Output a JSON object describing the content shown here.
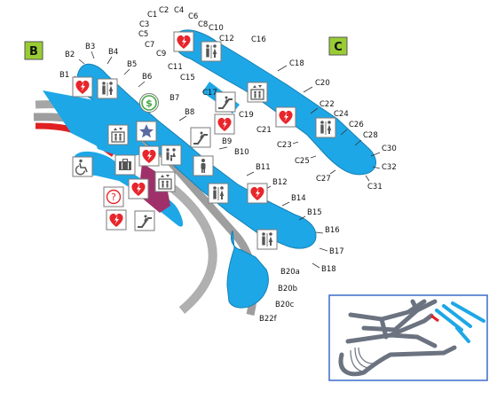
{
  "concourse_b": {
    "label": "B",
    "color": "#99cc33"
  },
  "concourse_c": {
    "label": "C",
    "color": "#99cc33"
  },
  "gates": {
    "C1": "C1",
    "C2": "C2",
    "C3": "C3",
    "C4": "C4",
    "C5": "C5",
    "C6": "C6",
    "C7": "C7",
    "C8": "C8",
    "C9": "C9",
    "C10": "C10",
    "C11": "C11",
    "C12": "C12",
    "C15": "C15",
    "C16": "C16",
    "C17": "C17",
    "C18": "C18",
    "C19": "C19",
    "C20": "C20",
    "C21": "C21",
    "C22": "C22",
    "C23": "C23",
    "C24": "C24",
    "C25": "C25",
    "C26": "C26",
    "C27": "C27",
    "C28": "C28",
    "C30": "C30",
    "C31": "C31",
    "C32": "C32",
    "B1": "B1",
    "B2": "B2",
    "B3": "B3",
    "B4": "B4",
    "B5": "B5",
    "B6": "B6",
    "B7": "B7",
    "B8": "B8",
    "B9": "B9",
    "B10": "B10",
    "B11": "B11",
    "B12": "B12",
    "B14": "B14",
    "B15": "B15",
    "B16": "B16",
    "B17": "B17",
    "B18": "B18",
    "B20a": "B20a",
    "B20b": "B20b",
    "B20c": "B20c",
    "B22f": "B22f"
  },
  "icons": {
    "aed": "aed-heart-icon",
    "restroom": "restroom-icon",
    "elevator": "elevator-icon",
    "escalator": "escalator-icon",
    "atm": "currency-exchange-icon",
    "info": "information-icon",
    "accessible": "wheelchair-icon",
    "baggage": "baggage-icon",
    "help": "help-question-icon",
    "family": "family-restroom-icon",
    "person": "attendant-icon"
  },
  "colors": {
    "terminal": "#1ea7e6",
    "terminal_outline": "#1580b4",
    "tram": "#aaaaaa",
    "tram_active": "#e02020",
    "connector": "#a0306a",
    "inset_border": "#3a6cc8",
    "inset_building": "#6b7280",
    "inset_highlight": "#1ea7e6"
  }
}
